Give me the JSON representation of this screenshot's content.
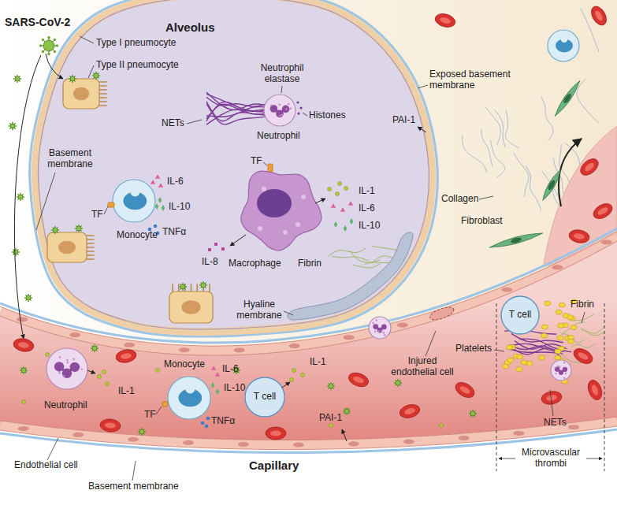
{
  "diagram": {
    "labels": [
      "SARS-CoV-2",
      "Type I pneumocyte",
      "Type II pneumocyte",
      "Alveolus",
      "Neutrophil elastase",
      "NETs",
      "Histones",
      "Neutrophil",
      "Exposed basement membrane",
      "PAI-1",
      "Basement membrane",
      "IL-6",
      "IL-10",
      "TF",
      "Monocyte",
      "TNFα",
      "TF",
      "IL-1",
      "IL-6",
      "IL-10",
      "IL-8",
      "Macrophage",
      "Fibrin",
      "Collagen",
      "Fibroblast",
      "Hyaline membrane",
      "T cell",
      "Fibrin",
      "Platelets",
      "NETs",
      "Neutrophil",
      "IL-1",
      "TF",
      "Monocyte",
      "IL-6",
      "IL-10",
      "TNFα",
      "T cell",
      "IL-1",
      "Injured endothelial cell",
      "PAI-1",
      "Microvascular thrombi",
      "Endothelial cell",
      "Capillary",
      "Basement membrane"
    ]
  }
}
